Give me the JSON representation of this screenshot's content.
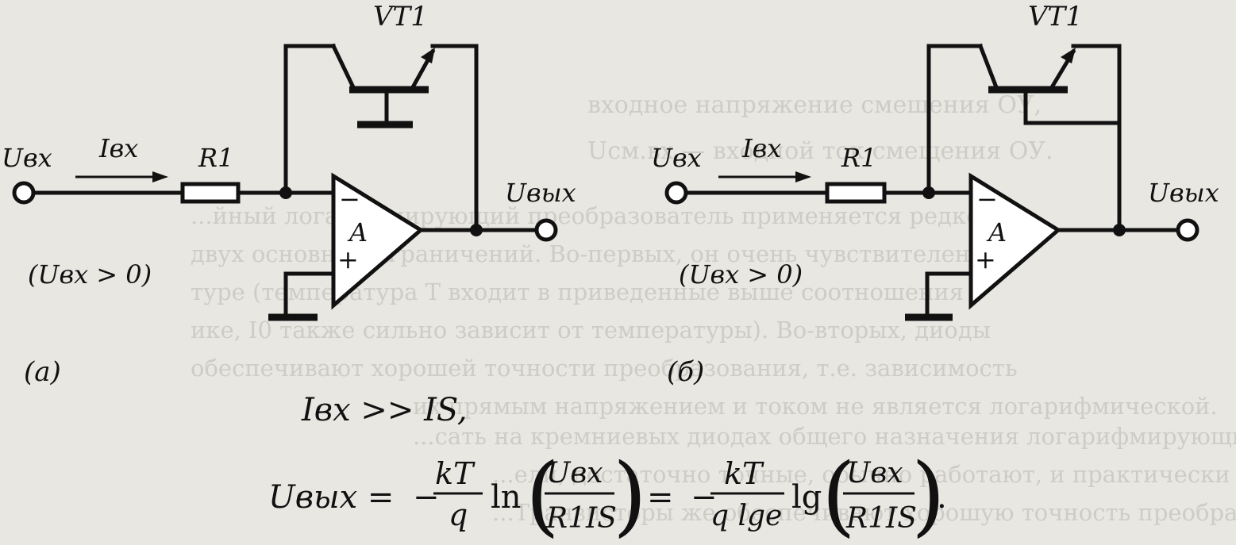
{
  "left_circuit": {
    "transistor": "VT1",
    "input_voltage": "Uвх",
    "input_current": "Iвх",
    "resistor": "R1",
    "output_voltage": "Uвых",
    "opamp": "A",
    "minus": "−",
    "plus": "+",
    "condition": "(Uвх > 0)",
    "caption": "(а)"
  },
  "right_circuit": {
    "transistor": "VT1",
    "input_voltage": "Uвх",
    "input_current": "Iвх",
    "resistor": "R1",
    "output_voltage": "Uвых",
    "opamp": "A",
    "minus": "−",
    "plus": "+",
    "condition": "(Uвх > 0)",
    "caption": "(б)"
  },
  "formulas": {
    "condition_line": "Iвх >> IS,",
    "output_lhs": "Uвых =",
    "minus_sign": "−",
    "kT": "kT",
    "q": "q",
    "ln": "ln",
    "ratio_num": "Uвх",
    "ratio_den": "R1IS",
    "equals": "=",
    "q_lge": "q lge",
    "lg": "lg",
    "period": "."
  },
  "background_text": {
    "line1": "входное напряжение смещения ОУ,",
    "line2": "Uсм.вх — входной ток смещения ОУ.",
    "line3": "...йный логарифмирующий преобразователь применяется редко",
    "line4": "двух основных ограничений. Во-первых, он очень чувствителен к",
    "line5": "туре (температура T входит в приведенные выше соотношения в",
    "line6": "ике, I0 также сильно зависит от температуры). Во-вторых, диоды",
    "line7": "обеспечивают хорошей точности преобразования, т.е. зависимость",
    "line8": "их прямым напряжением и током не является логарифмической.",
    "line9": "...сать на кремниевых диодах общего назначения логарифмирующие",
    "line10": "...ели, достаточно точные, обычно работают, и практически хорош-",
    "line11": "...Транзисторы же обеспечивают хорошую точность преобразо-"
  }
}
